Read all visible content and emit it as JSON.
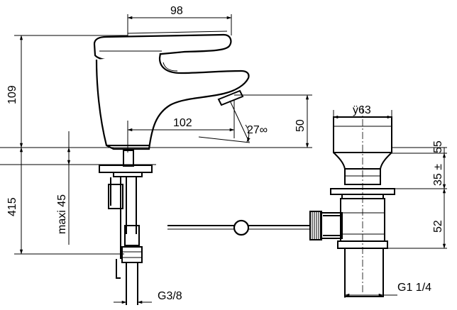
{
  "dimensions": {
    "spout_reach_top": "98",
    "height_left": "109",
    "spout_reach_inner": "102",
    "lever_angle": "27∞",
    "outlet_height": "50",
    "installation_depth": "415",
    "max_worktop": "maxi 45",
    "supply_thread": "G3/8",
    "waste_diameter": "ÿ63",
    "waste_cap_height": "55",
    "waste_tolerance": "35 ±",
    "waste_body_height": "52",
    "waste_thread": "G1 1/4"
  }
}
